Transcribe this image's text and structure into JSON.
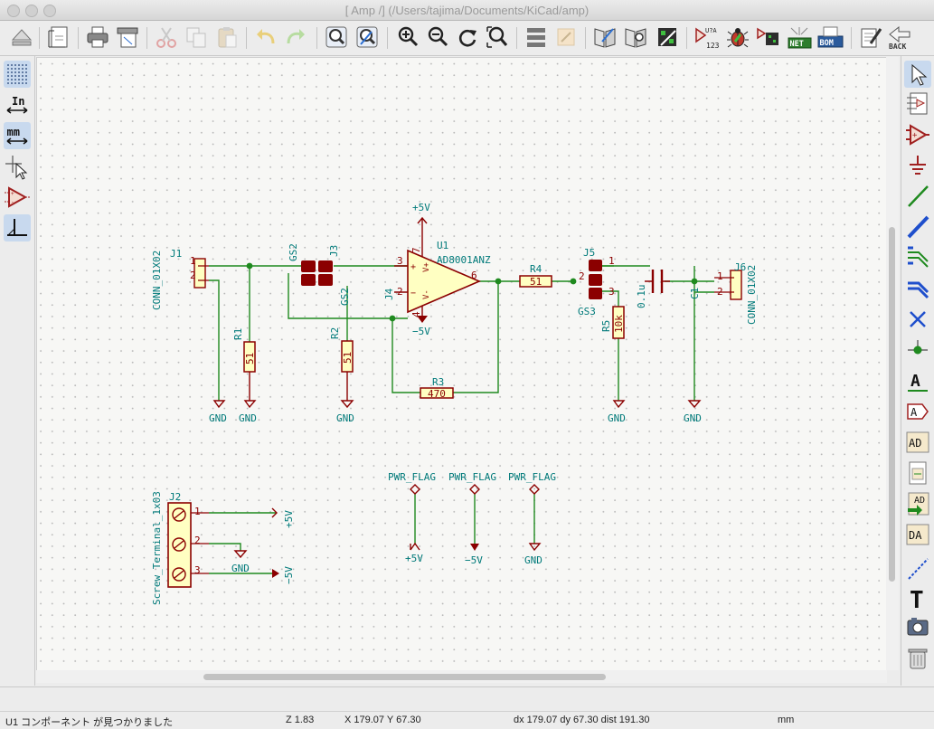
{
  "window": {
    "title": "[ Amp /] (/Users/tajima/Documents/KiCad/amp)"
  },
  "status": {
    "message": "U1 コンポーネント が見つかりました",
    "zoom": "Z 1.83",
    "xy": "X 179.07  Y 67.30",
    "delta": "dx 179.07  dy 67.30  dist 191.30",
    "units": "mm"
  },
  "left_toolbar": {
    "in_label": "In",
    "mm_label": "mm"
  },
  "toolbar": {
    "annotate_label": "123",
    "netlist_label": "NET",
    "bom_label": "BOM",
    "back_label": "BACK"
  },
  "colors": {
    "wire": "#1f8a1f",
    "component": "#8b0000",
    "body_fill": "#ffffc2",
    "ref_text": "#007a7a",
    "pin_text": "#8b0000"
  },
  "schematic": {
    "power": {
      "plus5v": "+5V",
      "minus5v": "−5V",
      "gnd": "GND",
      "pwr_flag": "PWR_FLAG"
    },
    "U1": {
      "ref": "U1",
      "value": "AD8001ANZ",
      "pin3": "3",
      "pin2": "2",
      "pin6": "6",
      "pin7": "7",
      "pin4": "4",
      "vplus": "V+",
      "vminus": "V-"
    },
    "J1": {
      "ref": "J1",
      "value": "CONN_01X02",
      "pin1": "1",
      "pin2": "2"
    },
    "J6": {
      "ref": "J6",
      "value": "CONN_01X02",
      "pin1": "1",
      "pin2": "2"
    },
    "J2": {
      "ref": "J2",
      "value": "Screw_Terminal_1x03",
      "pin1": "1",
      "pin2": "2",
      "pin3": "3"
    },
    "R1": {
      "ref": "R1",
      "value": "51"
    },
    "R2": {
      "ref": "R2",
      "value": "51"
    },
    "R3": {
      "ref": "R3",
      "value": "470"
    },
    "R4": {
      "ref": "R4",
      "value": "51"
    },
    "R5": {
      "ref": "R5",
      "value": "10k"
    },
    "C1": {
      "ref": "C1",
      "value": "0.1u"
    },
    "GS2_top": {
      "ref": "GS2"
    },
    "GS2_bot": {
      "ref": "GS2"
    },
    "J3": {
      "ref": "J3"
    },
    "J4": {
      "ref": "J4"
    },
    "J5": {
      "ref": "J5",
      "pin1": "1",
      "pin2": "2",
      "pin3": "3"
    },
    "GS3": {
      "ref": "GS3"
    }
  }
}
